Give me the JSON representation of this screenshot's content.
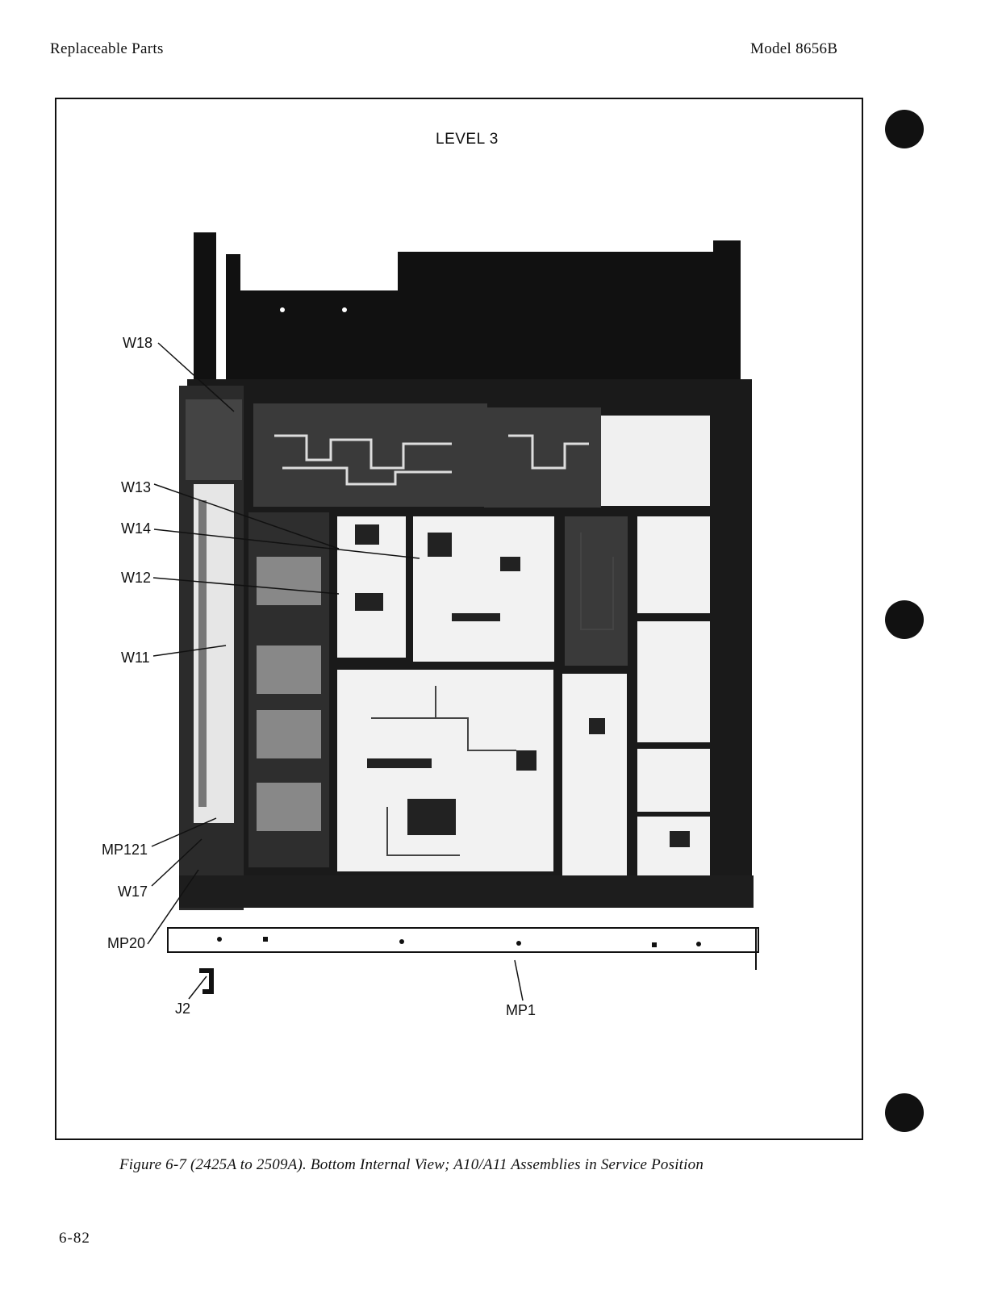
{
  "header": {
    "section": "Replaceable Parts",
    "model": "Model 8656B"
  },
  "figure": {
    "level": "LEVEL 3",
    "callouts": {
      "w18": "W18",
      "w13": "W13",
      "w14": "W14",
      "w12": "W12",
      "w11": "W11",
      "mp121": "MP121",
      "w17": "W17",
      "mp20": "MP20",
      "j2": "J2",
      "mp1": "MP1"
    },
    "caption": "Figure 6-7 (2425A to 2509A). Bottom Internal View; A10/A11 Assemblies in Service Position"
  },
  "footer": {
    "page_number": "6-82"
  }
}
